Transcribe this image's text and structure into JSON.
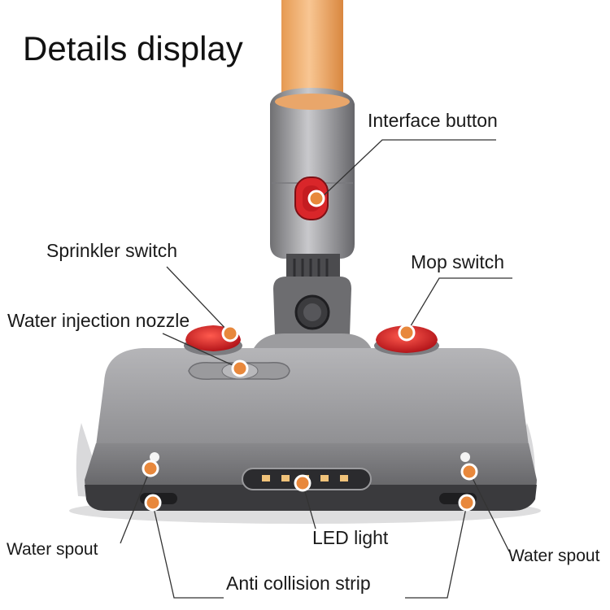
{
  "title": "Details display",
  "labels": {
    "interface_button": "Interface button",
    "sprinkler_switch": "Sprinkler switch",
    "mop_switch": "Mop switch",
    "water_injection_nozzle": "Water injection nozzle",
    "water_spout_left": "Water spout",
    "water_spout_right": "Water spout",
    "led_light": "LED light",
    "anti_collision_strip": "Anti collision strip"
  },
  "colors": {
    "marker": "#e8883c",
    "accent_red": "#d9262a",
    "handle_orange": "#f2b37a",
    "body_gray": "#8d8d8f"
  }
}
